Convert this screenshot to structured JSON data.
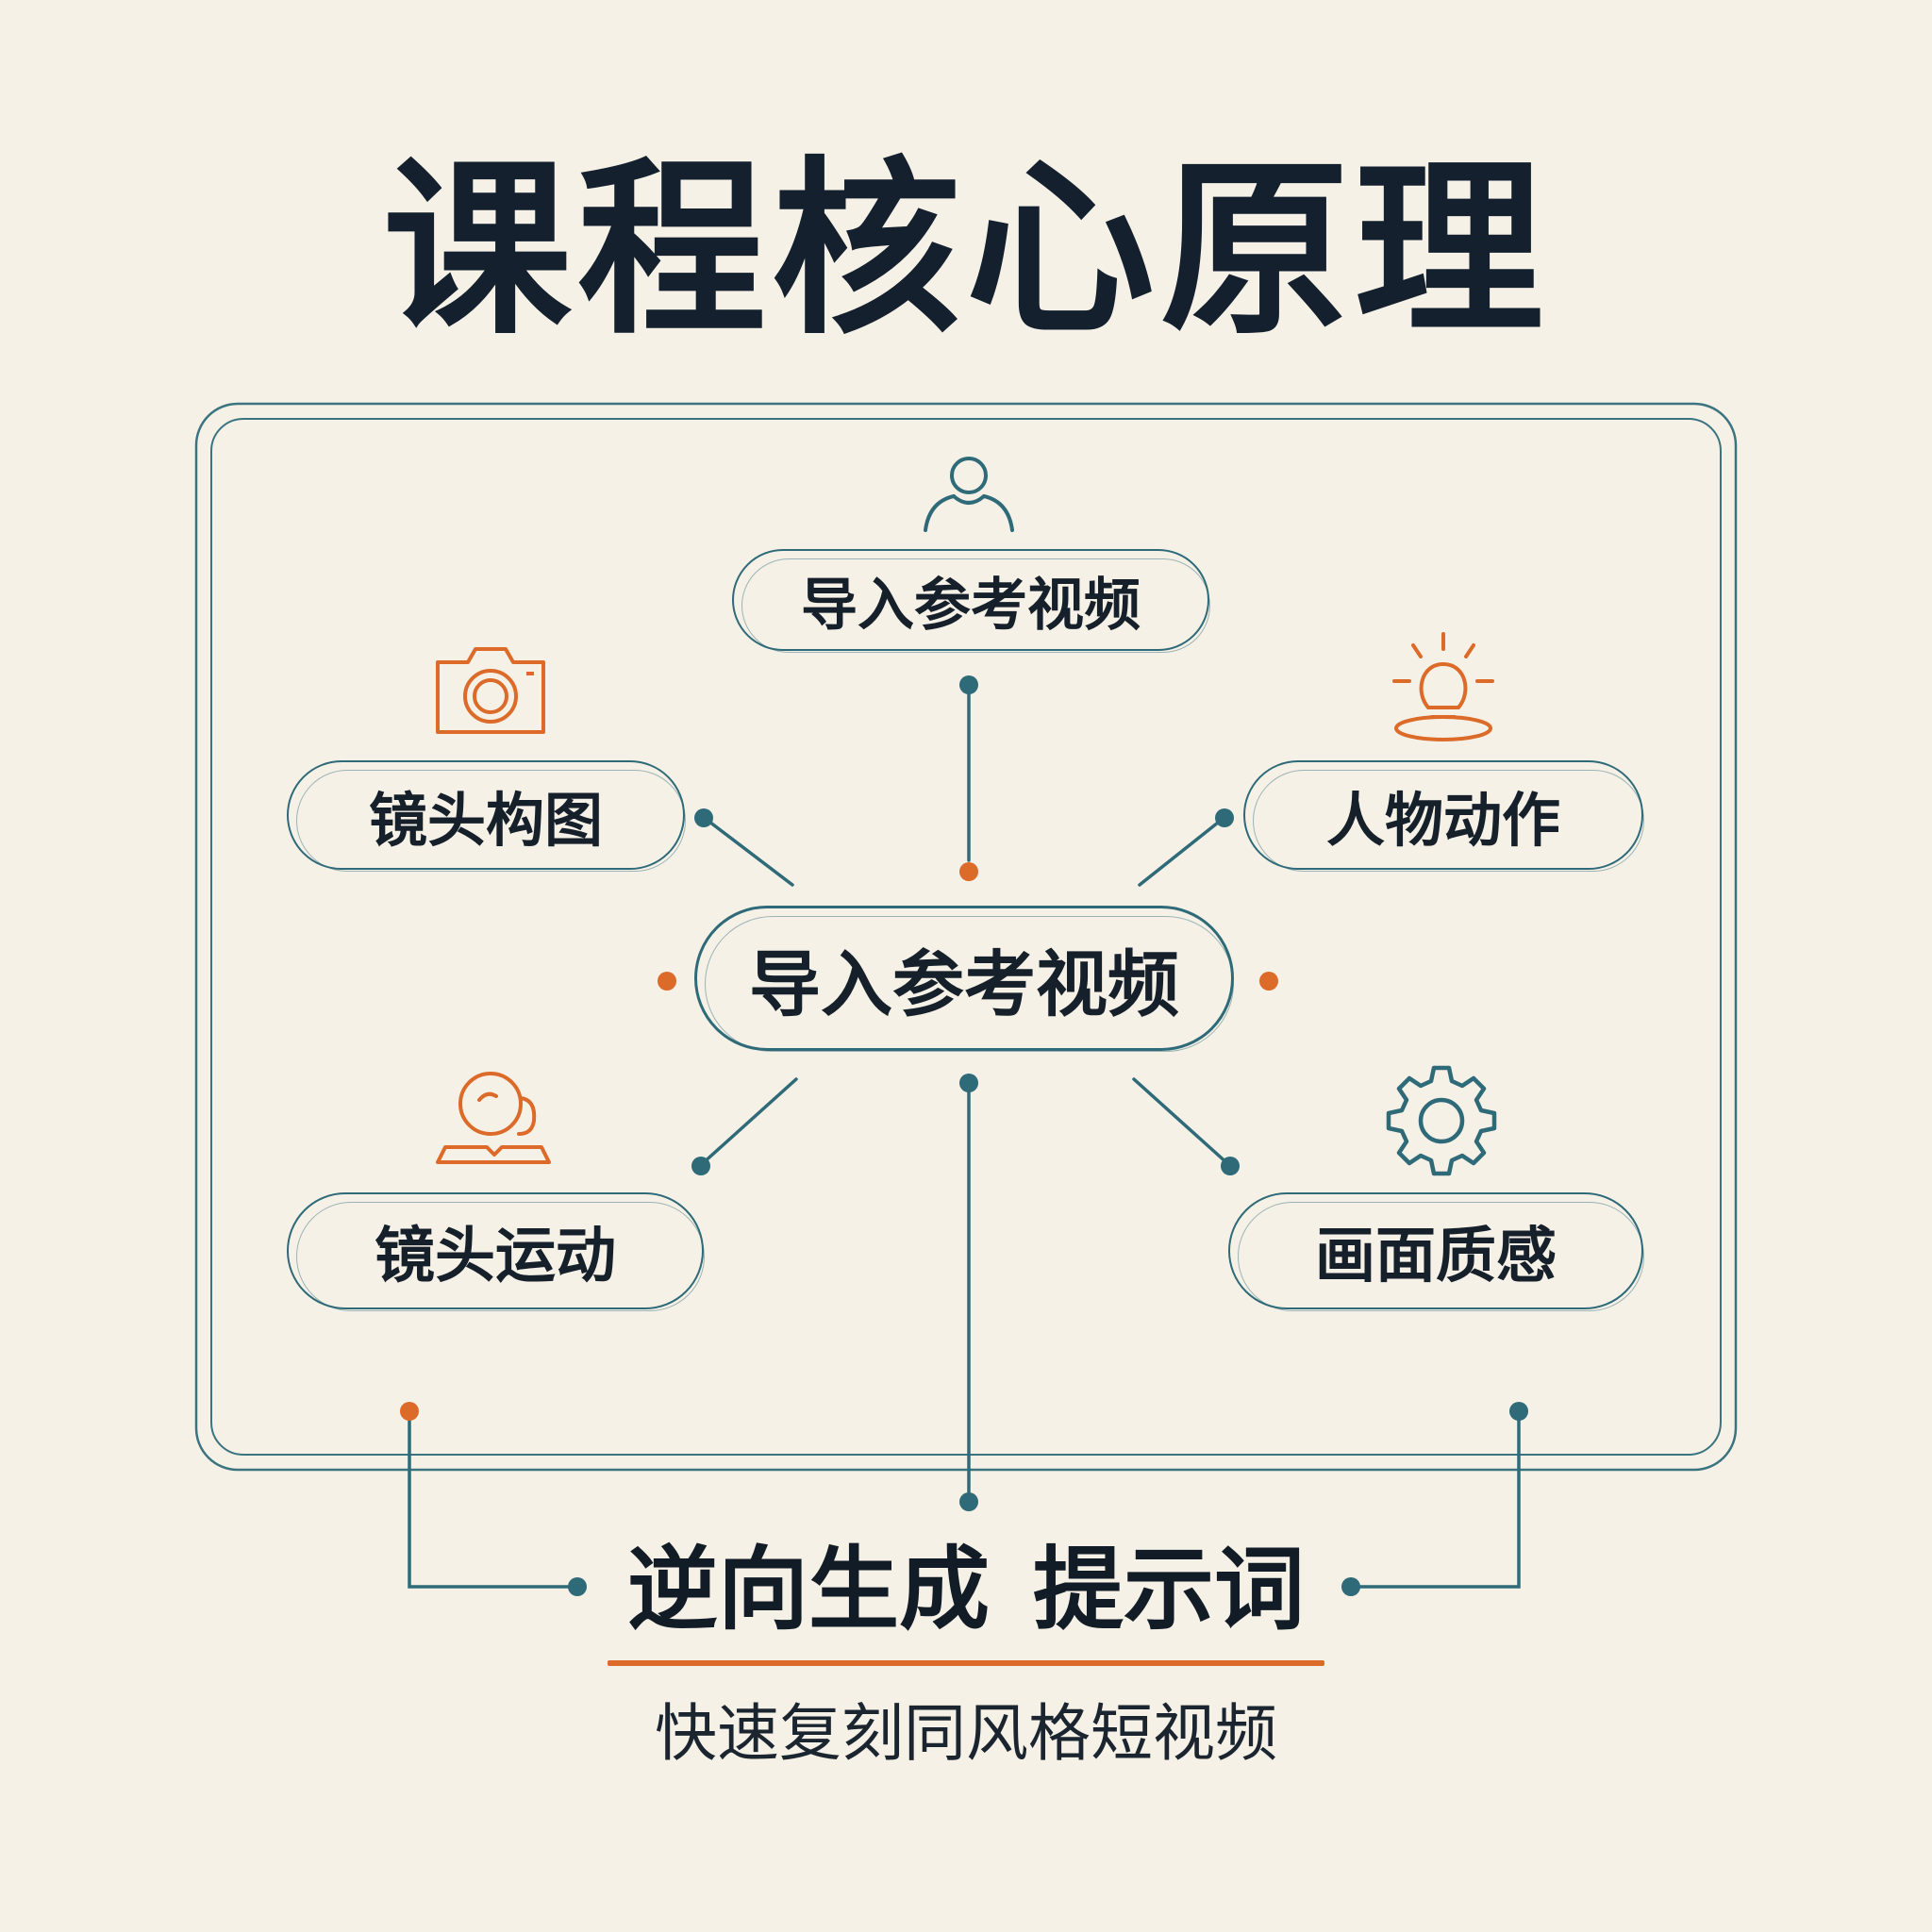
{
  "title": "课程核心原理",
  "nodes": {
    "top": "导入参考视频",
    "left": "镜头构图",
    "right": "人物动作",
    "center": "导入参考视频",
    "bottom_left": "镜头运动",
    "bottom_right": "画面质感"
  },
  "result": {
    "part1": "逆向生成",
    "part2": "提示词"
  },
  "subtitle": "快速复刻同风格短视频",
  "icons": {
    "top": "person-icon",
    "left": "camera-icon",
    "right": "lightbulb-icon",
    "bottom_left": "reading-person-icon",
    "bottom_right": "gear-icon"
  },
  "colors": {
    "background": "#f6f1e7",
    "teal": "#2e6a78",
    "orange": "#dc6a28",
    "text": "#16202b"
  }
}
